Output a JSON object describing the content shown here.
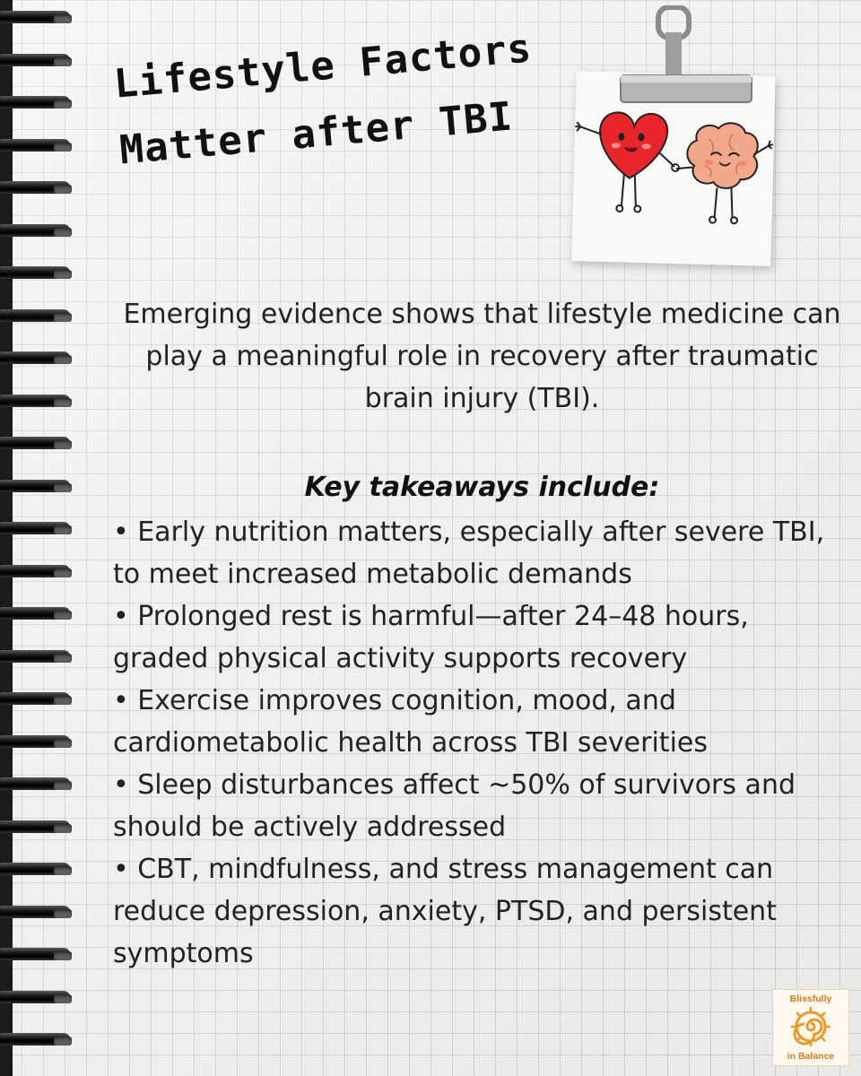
{
  "title": {
    "line1": "Lifestyle Factors",
    "line2": "Matter after TBI"
  },
  "intro": "Emerging evidence shows that lifestyle medicine can play a meaningful role in recovery after traumatic brain injury (TBI).",
  "key_takeaways": {
    "heading": "Key takeaways include:",
    "items": [
      "• Early nutrition matters, especially after severe TBI, to meet increased metabolic demands",
      "• Prolonged rest is harmful—after 24–48 hours, graded physical activity supports recovery",
      "• Exercise improves cognition, mood, and cardiometabolic health across TBI severities",
      "• Sleep disturbances affect ~50% of survivors and should be actively addressed",
      "• CBT, mindfulness, and stress management can reduce depression, anxiety, PTSD, and persistent symptoms"
    ]
  },
  "logo": {
    "line1": "Blissfully",
    "line2": "in Balance",
    "color": "#d77a1c"
  },
  "illustration": {
    "icons": [
      "heart-character-icon",
      "brain-character-icon",
      "binder-clip-icon"
    ],
    "heart_color": "#e8262b",
    "brain_color": "#f2a88a"
  }
}
